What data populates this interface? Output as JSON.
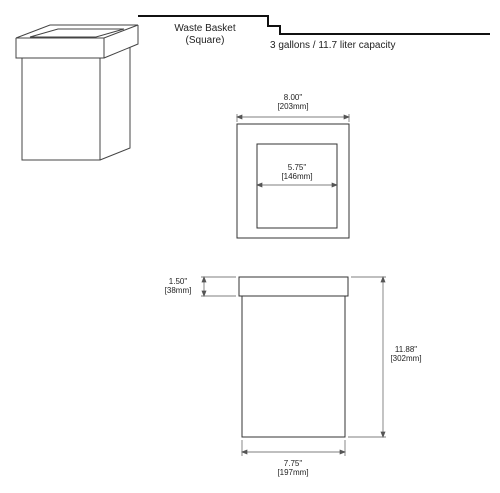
{
  "header": {
    "title_line1": "Waste Basket",
    "title_line2": "(Square)",
    "capacity": "3 gallons / 11.7 liter capacity"
  },
  "top_view": {
    "outer_width_in": "8.00\"",
    "outer_width_mm": "[203mm]",
    "inner_width_in": "5.75\"",
    "inner_width_mm": "[146mm]"
  },
  "front_view": {
    "rim_height_in": "1.50\"",
    "rim_height_mm": "[38mm]",
    "total_height_in": "11.88\"",
    "total_height_mm": "[302mm]",
    "body_width_in": "7.75\"",
    "body_width_mm": "[197mm]"
  },
  "colors": {
    "line": "#333333",
    "dim_line": "#555555",
    "background": "#ffffff"
  }
}
